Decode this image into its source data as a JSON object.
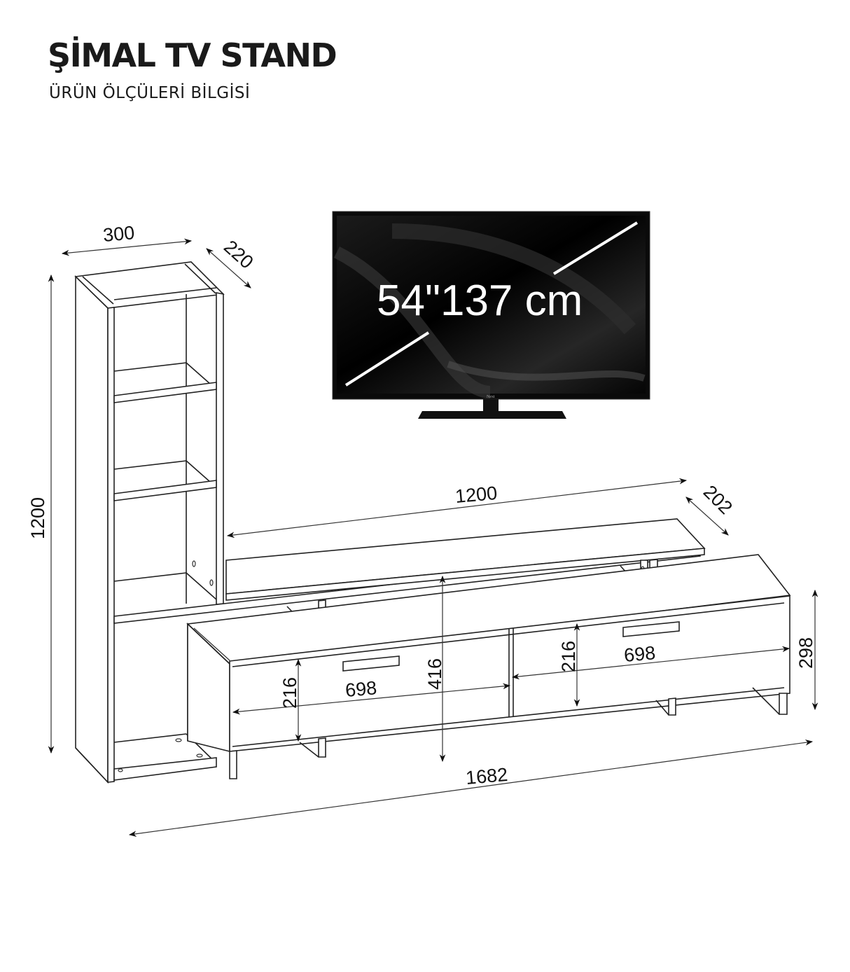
{
  "header": {
    "title": "ŞİMAL TV STAND",
    "subtitle": "ÜRÜN ÖLÇÜLERİ BİLGİSİ"
  },
  "tv": {
    "screen_label": "54\"137 cm",
    "brand_mark": "Next"
  },
  "dimensions": {
    "bookcase_width": "300",
    "bookcase_depth": "220",
    "bookcase_height": "1200",
    "top_shelf_width": "1200",
    "top_shelf_depth": "202",
    "stand_height_with_shelf": "416",
    "stand_height": "298",
    "left_drawer_width": "698",
    "left_drawer_height": "216",
    "right_drawer_width": "698",
    "right_drawer_height": "216",
    "total_width": "1682"
  },
  "colors": {
    "line": "#222222",
    "tv_body": "#000000",
    "background": "#ffffff"
  }
}
